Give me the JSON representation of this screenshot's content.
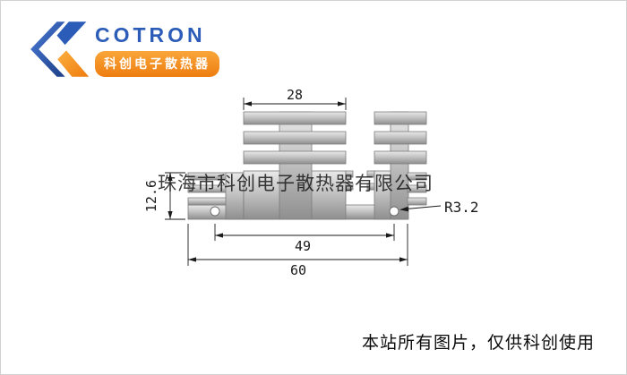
{
  "page": {
    "background": "#ffffff",
    "watermark": "珠海市科创电子散热器有限公司",
    "footer_note": "本站所有图片，仅供科创使用"
  },
  "logo": {
    "brand": "COTRON",
    "tagline": "科创电子散热器",
    "brand_color": "#2b5cb8",
    "accent_color": "#f7941d"
  },
  "drawing": {
    "type": "heatsink-extrusion-cross-section",
    "dimensions": {
      "top_width": "28",
      "side_height": "12.6",
      "fillet_radius": "R3.2",
      "hole_spacing": "49",
      "overall_width": "60"
    }
  }
}
